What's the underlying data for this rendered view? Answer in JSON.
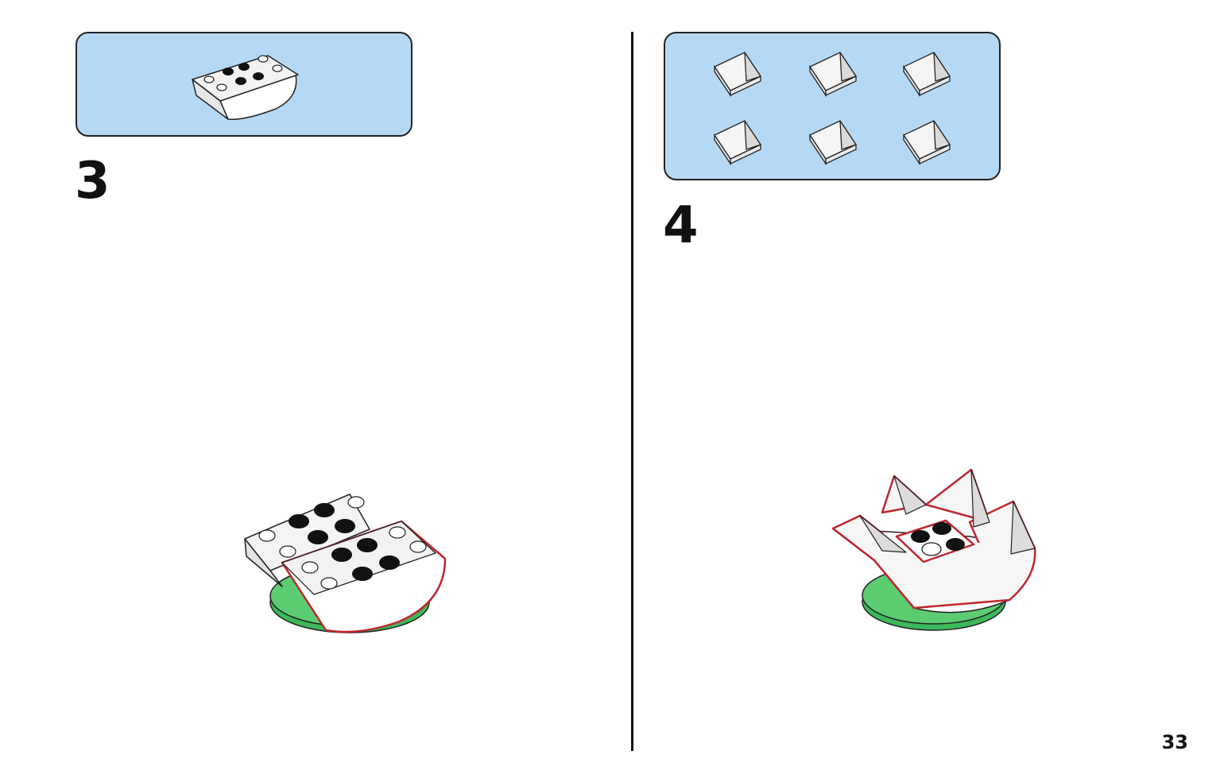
{
  "steps": [
    {
      "number": "3"
    },
    {
      "number": "4"
    }
  ],
  "page": {
    "number": "33"
  },
  "colors": {
    "callout_bg": "#b5d9f5",
    "new_part_outline": "#c0272d",
    "base_green": "#3cb85a"
  }
}
